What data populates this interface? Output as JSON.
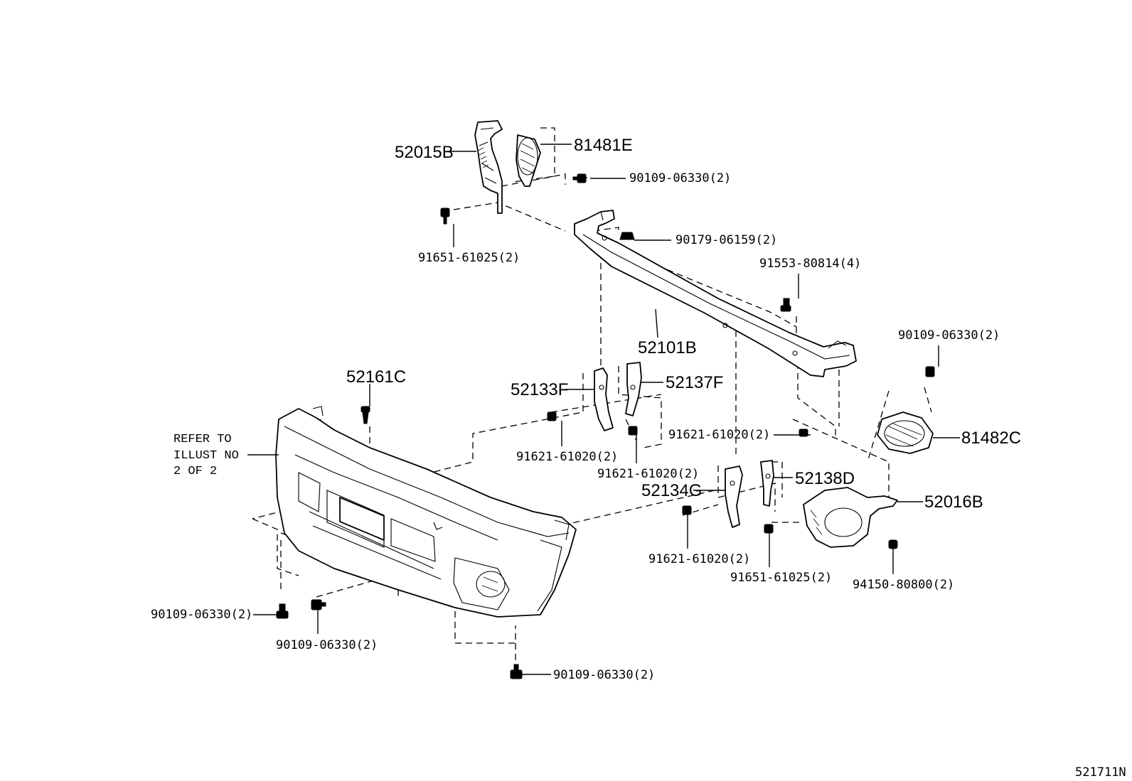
{
  "diagram": {
    "code": "521711N",
    "note": [
      "REFER TO",
      "ILLUST NO",
      "2 OF 2"
    ],
    "callouts": {
      "p52015B": "52015B",
      "p81481E": "81481E",
      "p90109_top": "90109-06330(2)",
      "p91651_top": "91651-61025(2)",
      "p90179": "90179-06159(2)",
      "p91553": "91553-80814(4)",
      "p52101B": "52101B",
      "p90109_right": "90109-06330(2)",
      "p52161C": "52161C",
      "p52133F": "52133F",
      "p52137F": "52137F",
      "p91621_right": "91621-61020(2)",
      "p81482C": "81482C",
      "p91621_left": "91621-61020(2)",
      "p91621_mid": "91621-61020(2)",
      "p52138D": "52138D",
      "p52134G": "52134G",
      "p52016B": "52016B",
      "p91621_low": "91621-61020(2)",
      "p91651_low": "91651-61025(2)",
      "p94150": "94150-80800(2)",
      "p90109_bl": "90109-06330(2)",
      "p90109_bc": "90109-06330(2)",
      "p90109_bottom": "90109-06330(2)"
    }
  }
}
